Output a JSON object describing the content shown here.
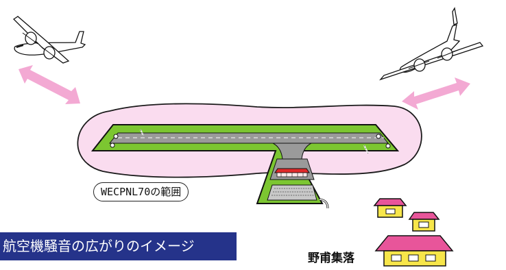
{
  "labels": {
    "range": "WECPNL70の範囲",
    "title": "航空機騒音の広がりのイメージ",
    "village": "野甫集落"
  },
  "colors": {
    "noise_area_fill": "#fadcef",
    "noise_area_stroke": "#1a1a1a",
    "arrow": "#f3a9d3",
    "grass": "#7cc631",
    "runway": "#9a9a9a",
    "terminal_roof": "#e02a2a",
    "house_roof": "#e8559a",
    "house_wall": "#f7e64a",
    "banner": "#25338a"
  },
  "icons": [
    "airplane-left-icon",
    "airplane-right-icon",
    "double-arrow-left-icon",
    "double-arrow-right-icon",
    "house-icon"
  ]
}
